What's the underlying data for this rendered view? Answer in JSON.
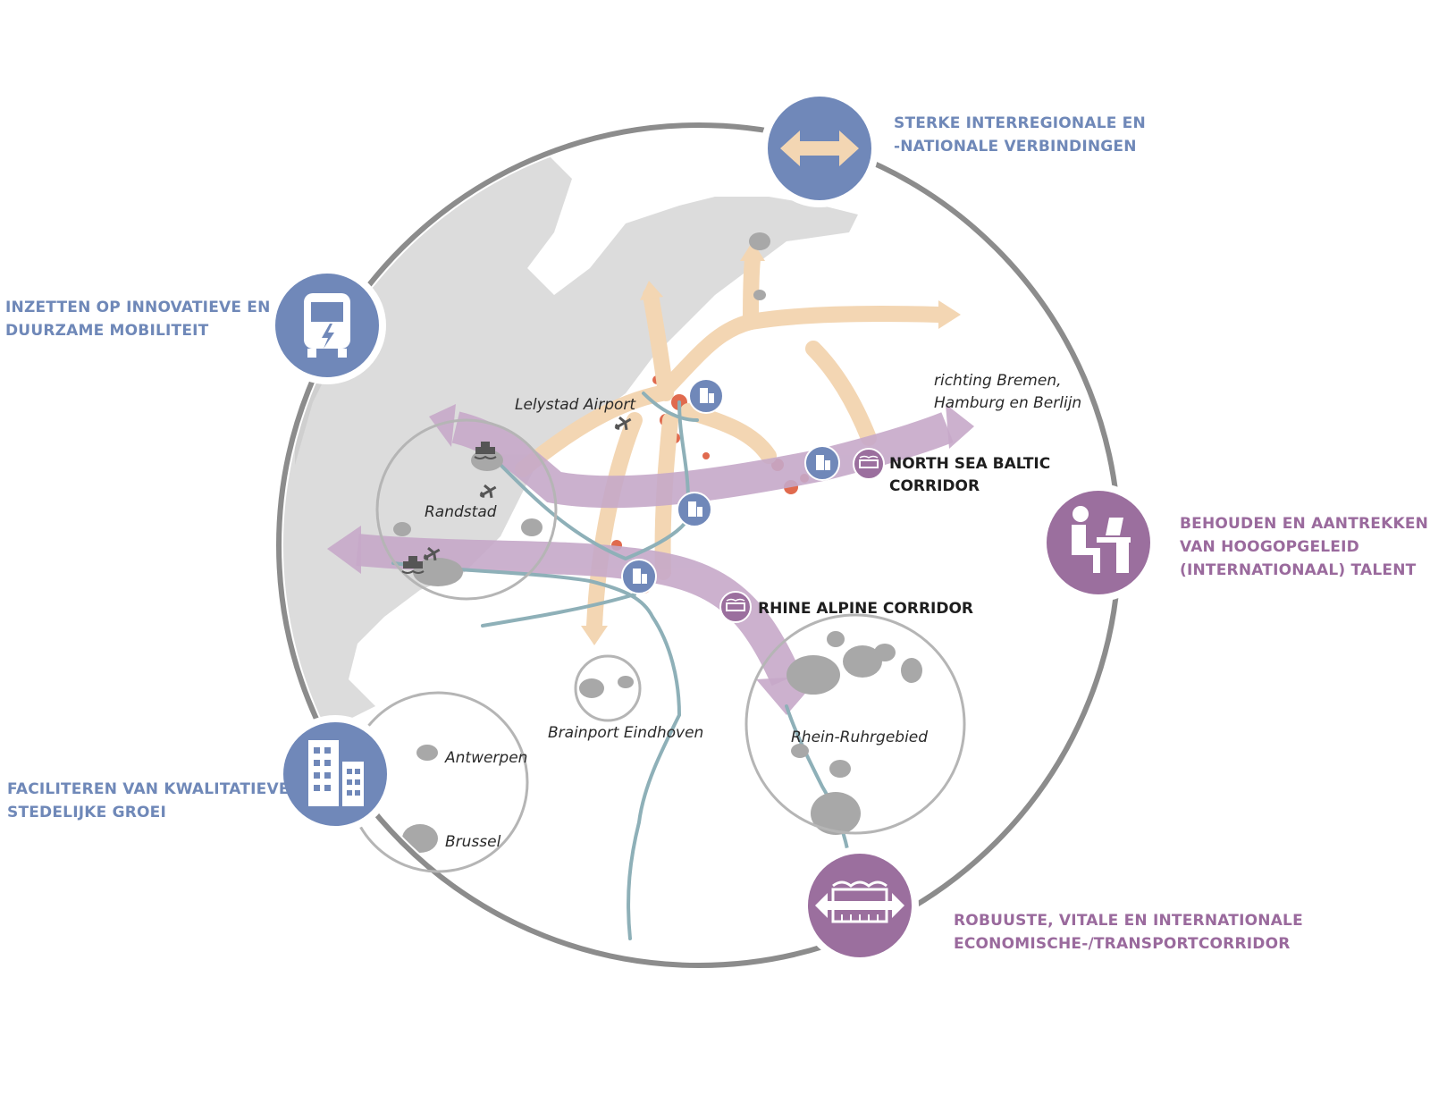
{
  "colors": {
    "theme_blue": "#7088b9",
    "theme_purple": "#9b6f9e",
    "land_grey": "#dcdcdc",
    "city_grey": "#a8a8a8",
    "ring_grey": "#8c8c8c",
    "corridor_purple": "#c6a9c9",
    "connection_tan": "#f3d6b3",
    "river_blue": "#8eb0b8",
    "urban_red": "#e06a4e"
  },
  "themes": [
    {
      "id": "connections",
      "icon": "double-arrow-icon",
      "lines": "STERKE INTERREGIONALE EN\n-NATIONALE VERBINDINGEN"
    },
    {
      "id": "mobility",
      "icon": "electric-bus-icon",
      "lines": "INZETTEN OP INNOVATIEVE EN\nDUURZAME MOBILITEIT"
    },
    {
      "id": "talent",
      "icon": "person-at-desk-icon",
      "lines": "BEHOUDEN EN AANTREKKEN\nVAN HOOGOPGELEID\n(INTERNATIONAAL) TALENT"
    },
    {
      "id": "urban",
      "icon": "buildings-icon",
      "lines": "FACILITEREN VAN KWALITATIEVE\nSTEDELIJKE GROEI"
    },
    {
      "id": "corridor",
      "icon": "transport-corridor-icon",
      "lines": "ROBUUSTE, VITALE EN INTERNATIONALE\nECONOMISCHE-/TRANSPORTCORRIDOR"
    }
  ],
  "places": {
    "lelystad": "Lelystad Airport",
    "randstad": "Randstad",
    "bremen": "richting Bremen,\nHamburg en Berlijn",
    "eindhoven": "Brainport Eindhoven",
    "ruhr": "Rhein-Ruhrgebied",
    "antwerpen": "Antwerpen",
    "brussel": "Brussel"
  },
  "corridors": {
    "nsb": "NORTH SEA BALTIC\nCORRIDOR",
    "rac": "RHINE ALPINE CORRIDOR"
  }
}
